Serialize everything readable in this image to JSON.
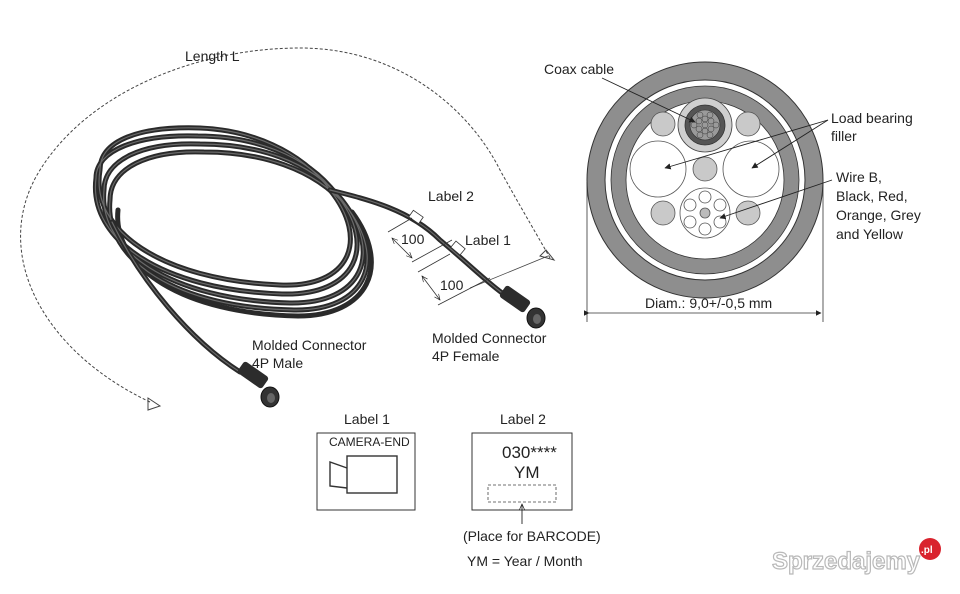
{
  "labels": {
    "length": "Length L",
    "label2_top": "Label 2",
    "label1_top": "Label 1",
    "dim_100_a": "100",
    "dim_100_b": "100",
    "male_l1": "Molded Connector",
    "male_l2": "4P Male",
    "female_l1": "Molded Connector",
    "female_l2": "4P Female"
  },
  "cross_section": {
    "coax": "Coax cable",
    "load_l1": "Load bearing",
    "load_l2": "filler",
    "wire_l1": "Wire B,",
    "wire_l2": "Black, Red,",
    "wire_l3": "Orange, Grey",
    "wire_l4": "and Yellow",
    "diameter": "Diam.: 9,0+/-0,5 mm"
  },
  "label1_box": {
    "title": "Label 1",
    "text": "CAMERA-END"
  },
  "label2_box": {
    "title": "Label 2",
    "code": "030****",
    "ym": "YM",
    "barcode_note": "(Place for BARCODE)",
    "ym_note": "YM =  Year / Month"
  },
  "watermark": {
    "text": "Sprzedajemy",
    "badge": ".pl"
  },
  "colors": {
    "cable": "#3d3d3d",
    "ink": "#222222",
    "jacket": "#8c8c8c",
    "filler": "#c9c9c9",
    "badge": "#d9232e"
  }
}
